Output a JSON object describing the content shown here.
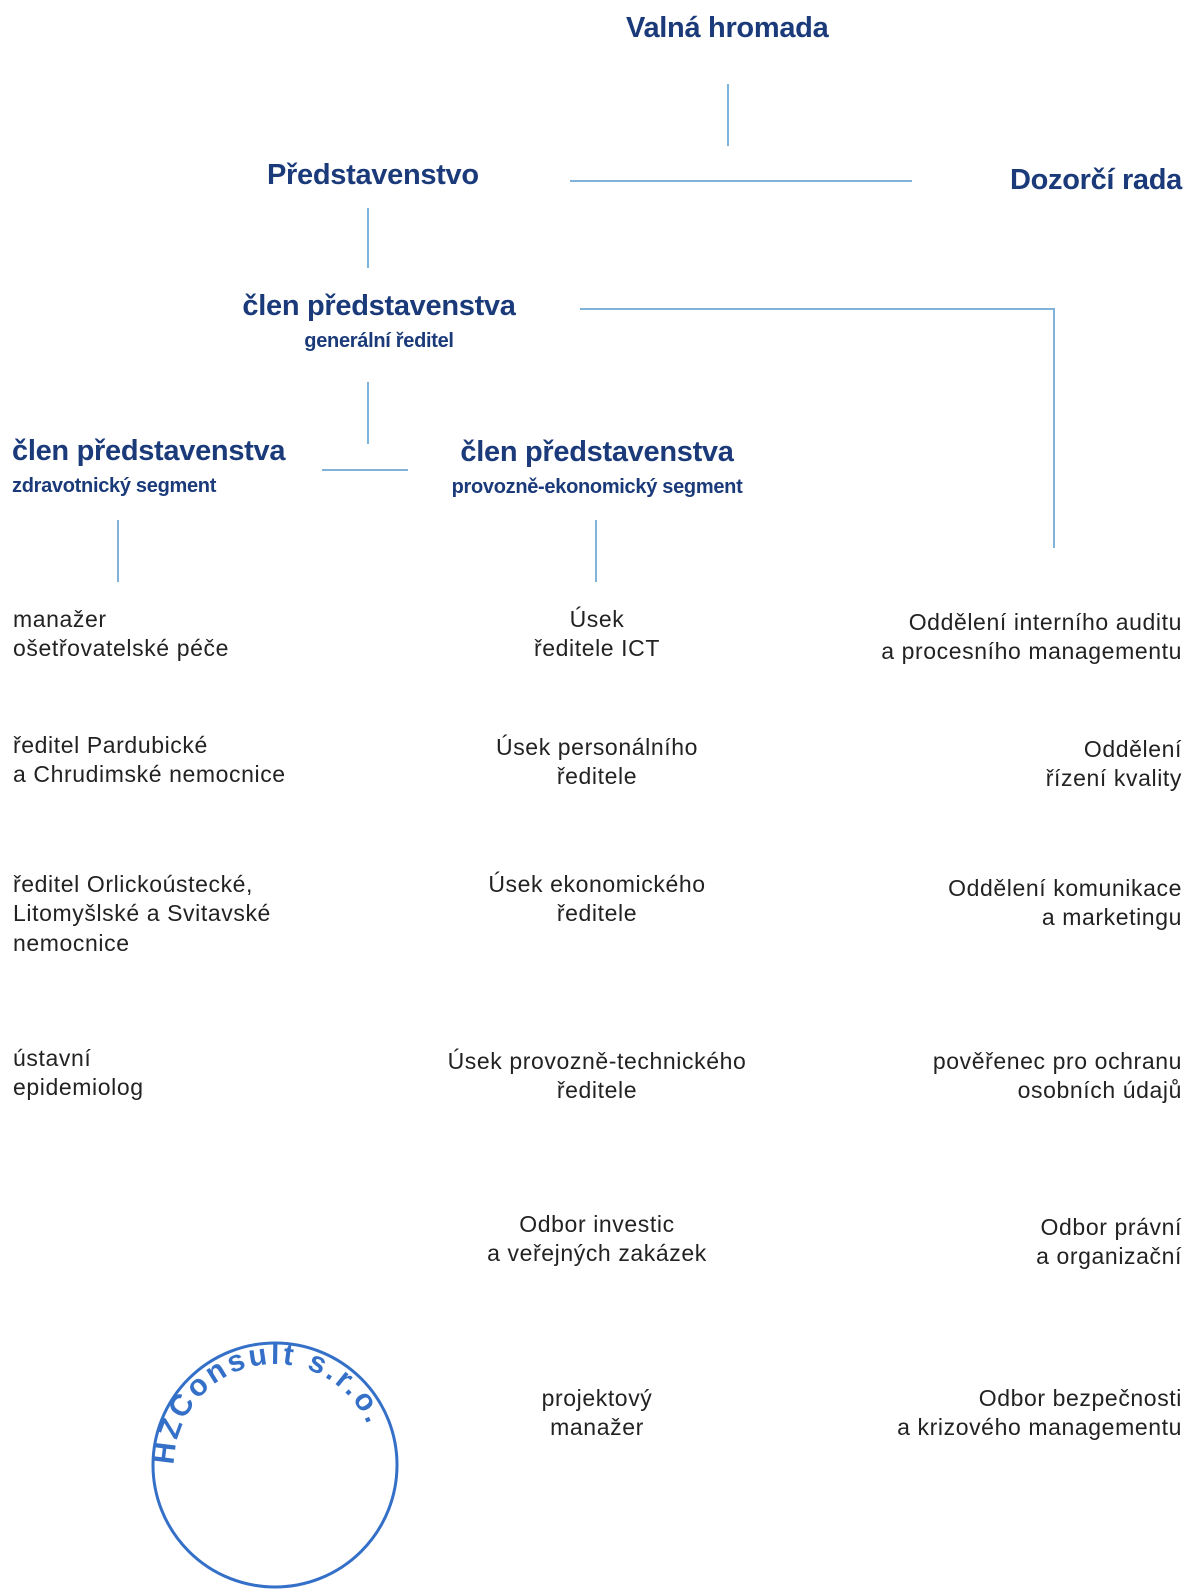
{
  "colors": {
    "heading": "#1b3a7a",
    "text": "#222222",
    "connector": "#7fb3da",
    "stamp": "#3470c8"
  },
  "top": {
    "valna_hromada": "Valná hromada",
    "predstavenstvo": "Představenstvo",
    "dozorci_rada": "Dozorčí rada"
  },
  "gm": {
    "title": "člen představenstva",
    "subtitle": "generální ředitel"
  },
  "health": {
    "title": "člen představenstva",
    "subtitle": "zdravotnický segment"
  },
  "operations": {
    "title": "člen představenstva",
    "subtitle": "provozně-ekonomický segment"
  },
  "left_units": [
    [
      "manažer",
      "ošetřovatelské péče"
    ],
    [
      "ředitel Pardubické",
      "a Chrudimské nemocnice"
    ],
    [
      "ředitel Orlickoústecké,",
      "Litomyšlské a Svitavské",
      "nemocnice"
    ],
    [
      "ústavní",
      "epidemiolog"
    ]
  ],
  "middle_units": [
    [
      "Úsek",
      "ředitele ICT"
    ],
    [
      "Úsek personálního",
      "ředitele"
    ],
    [
      "Úsek ekonomického",
      "ředitele"
    ],
    [
      "Úsek provozně-technického",
      "ředitele"
    ],
    [
      "Odbor investic",
      "a veřejných zakázek"
    ],
    [
      "projektový",
      "manažer"
    ]
  ],
  "right_units": [
    [
      "Oddělení interního auditu",
      "a procesního managementu"
    ],
    [
      "Oddělení",
      "řízení kvality"
    ],
    [
      "Oddělení komunikace",
      "a marketingu"
    ],
    [
      "pověřenec pro ochranu",
      "osobních údajů"
    ],
    [
      "Odbor právní",
      "a organizační"
    ],
    [
      "Odbor bezpečnosti",
      "a krizového managementu"
    ]
  ],
  "stamp": {
    "text": "HZConsult s.r.o."
  }
}
